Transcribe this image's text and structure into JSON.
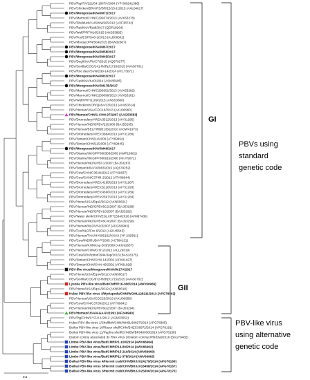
{
  "groups": [
    {
      "label": "GI",
      "description": [
        "PBVs using",
        "standard",
        "genetic code"
      ]
    },
    {
      "label": "GII",
      "description": []
    },
    {
      "label": "",
      "description": [
        "PBV-like virus",
        "using alternative",
        "genetic code"
      ]
    }
  ],
  "scale_bar": {
    "label": "0.5"
  },
  "marker_colors": {
    "black_circle": "#111111",
    "pink_triangle": "#e040c8",
    "black_square": "#111111",
    "red_square": "#e0201a",
    "green_triangle": "#30c030",
    "blue_square": "#2040d0"
  },
  "leaves": [
    {
      "label": "PBV/Pig/ITA/221/04-16/ITA/2004 (YP 009241386)",
      "marker": null
    },
    {
      "label": "PBV/Chicken/BRA/RS/BR/15/15-1/2015 (AXL84617)",
      "marker": null
    },
    {
      "label": "PBV/Mongoose/KNA/M72/2017",
      "marker": "black_circle"
    },
    {
      "label": "PBV/Marmot/CHN/C299374/2013 (AVX53278)",
      "marker": null
    },
    {
      "label": "PBV/Shelduck/AUS/MW26/2012 (AXF38744)",
      "marker": null
    },
    {
      "label": "PBV/Rat/KNA/Rat8/2017 (QDP18264)",
      "marker": null
    },
    {
      "label": "PBV/Wolf/PRT/416/2015 (ANS53885)",
      "marker": null
    },
    {
      "label": "PBV/Fox/ESP/S40-2/2013 (ALB06602)",
      "marker": null
    },
    {
      "label": "PBV/Mouse/JPN/504/2015 (BAW32887)",
      "marker": null
    },
    {
      "label": "PBV/Mongoose/KNA/M67/2017",
      "marker": "black_circle"
    },
    {
      "label": "PBV/Mongoose/KNA/M58/2017",
      "marker": "black_circle"
    },
    {
      "label": "PBV/Mongoose/KNA/M45/2017",
      "marker": "black_circle"
    },
    {
      "label": "PBV/Dog/KNA/RVC7/2015 (AQ679277)",
      "marker": null
    },
    {
      "label": "PBV/Gorilla/COG/141-RdRp/1718/2015 (AVA30701)",
      "marker": null
    },
    {
      "label": "PBV/Roe deer/SVN/D38-14/2014 (ATL73071)",
      "marker": null
    },
    {
      "label": "PBV/Mongoose/KNA/M33/2017",
      "marker": "black_circle"
    },
    {
      "label": "PBV/Cat/KNA/K40/2014 (ASK85695)",
      "marker": null
    },
    {
      "label": "PBV/Mongoose/KNA/M17B/2017",
      "marker": "black_circle"
    },
    {
      "label": "PBV/Marmot/CHN/C299351/2013 (AVX53282)",
      "marker": null
    },
    {
      "label": "PBV/Marmot/CHN/C206096/2013 (AVX53281)",
      "marker": null
    },
    {
      "label": "PBV/Wolf/PRT/1109/2015 (ANS53886)",
      "marker": null
    },
    {
      "label": "PBV/Chicken/KOR/Q45A/13/2013 (AVX53314)",
      "marker": null
    },
    {
      "label": "PBV/Human/USA/CDC16/2013 (AKU00960)",
      "marker": null
    },
    {
      "label": "PBV/Human/CHN/1-CHN-97/1997 (AAG53583)",
      "marker": "pink_triangle"
    },
    {
      "label": "PBV/Dromedary/ARE/c3512/2013 (AIY31285)",
      "marker": null
    },
    {
      "label": "PBV/Human/IND/GPBV/22/2008 (BAJ53295)",
      "marker": null
    },
    {
      "label": "PBV/Human/BEL/HRBB1352/2010 (AOW41973)",
      "marker": null
    },
    {
      "label": "PBV/Dromedary/ARE/c3884/2013 (AIY31288)",
      "marker": null
    },
    {
      "label": "PBV/Simian/CHN/11/2009 (ATY69954)",
      "marker": null
    },
    {
      "label": "PBV/Simian/CHN/11/2009 (ATY69845)",
      "marker": null
    },
    {
      "label": "PBV/Mongoose/KNA/M46/2017",
      "marker": "black_circle"
    },
    {
      "label": "PBV/Otarine/HKG/PF080303/2009 (AMP18961)",
      "marker": null
    },
    {
      "label": "PBV/Otarine/HKG/PF080915/2008 (AFJ79071)",
      "marker": null
    },
    {
      "label": "PBV/Human/IND/GPBC1/2007 (BAJ53287)",
      "marker": null
    },
    {
      "label": "PBV/Simian/KNA/16/083/2015 (AQ679252)",
      "marker": null
    },
    {
      "label": "PBV/Cow/CHN/C361N/2012 (ATY69837)",
      "marker": null
    },
    {
      "label": "PBV/Cow/CHN/C374R-2/2012 (ATY68944)",
      "marker": null
    },
    {
      "label": "PBV/Dromedary/ARE/c4165/2013 (AIY31287)",
      "marker": null
    },
    {
      "label": "PBV/Dromedary/ARE/c5128/2013 (AIY31293)",
      "marker": null
    },
    {
      "label": "PBV/Dromedary/ARE/c4566/2013 (AIY31289)",
      "marker": null
    },
    {
      "label": "PBV/Dromedary/ARE/c2597/2013 (AIY31284)",
      "marker": null
    },
    {
      "label": "PBV/Horse/USA/Equ3/2012 (AKN50621)",
      "marker": null
    },
    {
      "label": "PBV/Human/IND/GPBV6C2/2007 (BAJ53288)",
      "marker": null
    },
    {
      "label": "PBV/Human/IND/GPBV10/2007 (BAJ53292)",
      "marker": null
    },
    {
      "label": "PBV/Water skink/CHN/ZGLXR71534/2018 (AVM87436)",
      "marker": null
    },
    {
      "label": "PBV/Human/IND/GPBV6C4/2007 (BAJ53290)",
      "marker": null
    },
    {
      "label": "PBV/Human/NLD/V510/2007 (ADG56983)",
      "marker": null
    },
    {
      "label": "PBV/Fox/NLD/Fox 9/2012 (AGK45545)",
      "marker": null
    },
    {
      "label": "PBV/Human/THA/HY005102/XXXX (YP 239361)",
      "marker": null
    },
    {
      "label": "PBV/Cow/IND/RUBV-P/2005 (ACT64131)",
      "marker": null
    },
    {
      "label": "PBV/Human/KHM/csp-203/2009 (AKG92637)",
      "marker": null
    },
    {
      "label": "PBV/Human/CHN/CHz-2/2012 (ALL29319)",
      "marker": null
    },
    {
      "label": "PBV/Cow/JPN/tottori7944/Jap/2013 (BAS18175)",
      "marker": null
    },
    {
      "label": "PBV/Simian/CHN/CHN-14/2002 (AFK81927)",
      "marker": null
    },
    {
      "label": "PBV/Simian/CHN/CHN-49/2002 (AFK81926)",
      "marker": null
    },
    {
      "label": "PBV-like virus/Mongoose/KNA/M17A/2017",
      "marker": "black_square"
    },
    {
      "label": "PBV/Horse/USA/Equ4/2012 (AKN50617)",
      "marker": null
    },
    {
      "label": "PBV/Gorilla/COG/872-RdRp/1715/2015 (AVA30702)",
      "marker": null
    },
    {
      "label": "Lysoka PBV-like virus/Bat/CMR/P16-366/2014 (AWV66966)",
      "marker": "red_square"
    },
    {
      "label": "PBV/Horse/USA/Equ1/2012 (AKN50618)",
      "marker": null
    },
    {
      "label": "Hubei PBV-like virus 3/Myriapoda/CHN/WGML128211/2013 (APG78302)",
      "marker": "red_square"
    },
    {
      "label": "PBV/Human/USA/CDC23/2013 (AKU00958)",
      "marker": null
    },
    {
      "label": "PBV/Cow/CHN/C372N/2012 (ATY69841)",
      "marker": null
    },
    {
      "label": "PBV/Human/IND/GPBV6G2/2007 (BAJ53294)",
      "marker": null
    },
    {
      "label": "PBV/Human/USA/4-GA-91/1991 (AF246940)",
      "marker": "green_triangle"
    },
    {
      "label": "PBV/Pig/CHN/CYZ-8-1/2012 (AGM33552)",
      "marker": null
    },
    {
      "label": "Hubei PBV-like virus 1/Shellfish/CHN/WHBL68697/2014 (APG78305)",
      "marker": null
    },
    {
      "label": "Beihai PBV-like virus 10/Razor shell/CHN/BHZC36972/2014 (APG78191)",
      "marker": null
    },
    {
      "label": "Beihai PBV-like virus 11/Paphia shell/CHN/BWBF040030/2014 (APG78158)",
      "marker": null
    },
    {
      "label": "Diatom colony associated ds RNA virus 1/Diatom colony/JPN/Diat/2016 (BAU79482)",
      "marker": null
    },
    {
      "label": "Limbe PBV-like virus/Bat/CMR/P1-100/2014 (AWV66964)",
      "marker": "blue_square"
    },
    {
      "label": "Limbe PBV-like virus/Bat/CMR/P14-80/2014 (AWV66962)",
      "marker": "blue_square"
    },
    {
      "label": "Limbe PBV-like virus/Bat/CMR/P15-219/2014 (AWV66960)",
      "marker": "blue_square"
    },
    {
      "label": "Limbe PBV-like virus/Bat/CMR/P11-378/2014 (AWV66963)",
      "marker": "blue_square"
    },
    {
      "label": "Beihai PBV-like virus 4/Hermit crab/CHN/BHJJX24179/2014 (APG78169)",
      "marker": "blue_square"
    },
    {
      "label": "Beihai PBV-like virus 3/Hermit crab/CHN/BHJJX16458/2014 (APG78167)",
      "marker": "blue_square"
    },
    {
      "label": "Beihai PBV-like virus 3/Hermit crab/CHN/BHJJX25000/2014 (APG78170)",
      "marker": "blue_square"
    }
  ]
}
